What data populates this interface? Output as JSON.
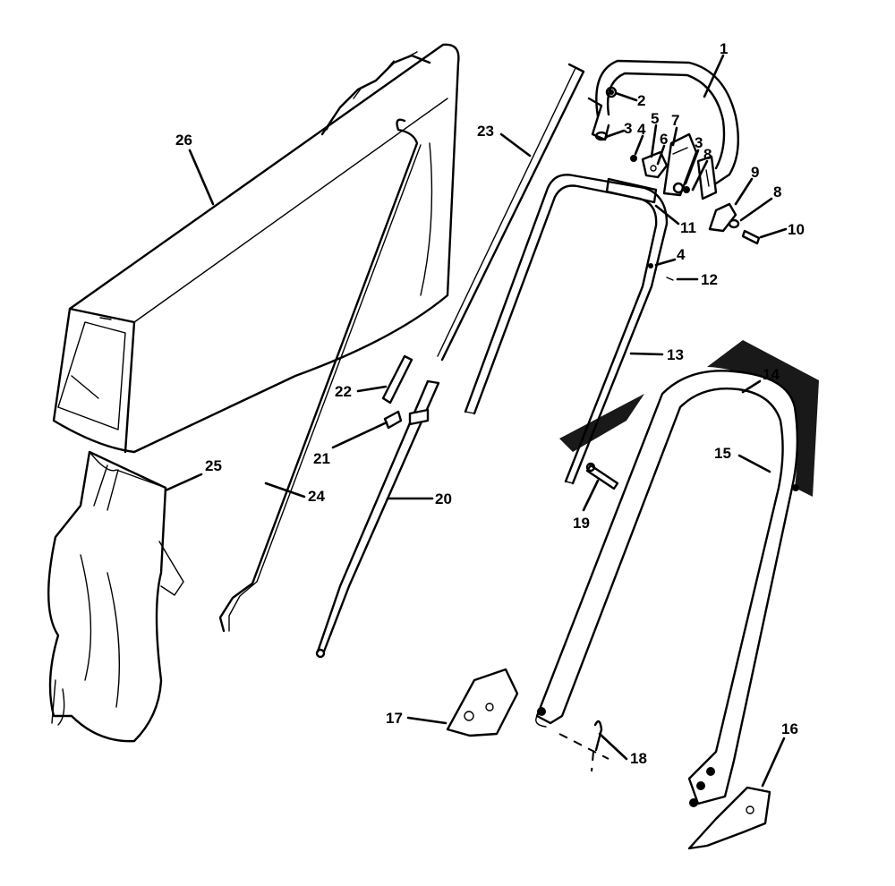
{
  "parts": [
    {
      "key": "p1",
      "number": "1"
    },
    {
      "key": "p2",
      "number": "2"
    },
    {
      "key": "p3a",
      "number": "3"
    },
    {
      "key": "p3b",
      "number": "3"
    },
    {
      "key": "p4a",
      "number": "4"
    },
    {
      "key": "p4b",
      "number": "4"
    },
    {
      "key": "p5",
      "number": "5"
    },
    {
      "key": "p6",
      "number": "6"
    },
    {
      "key": "p7",
      "number": "7"
    },
    {
      "key": "p8a",
      "number": "8"
    },
    {
      "key": "p8b",
      "number": "8"
    },
    {
      "key": "p9",
      "number": "9"
    },
    {
      "key": "p10",
      "number": "10"
    },
    {
      "key": "p11",
      "number": "11"
    },
    {
      "key": "p12",
      "number": "12"
    },
    {
      "key": "p13",
      "number": "13"
    },
    {
      "key": "p14",
      "number": "14"
    },
    {
      "key": "p15",
      "number": "15"
    },
    {
      "key": "p16",
      "number": "16"
    },
    {
      "key": "p17",
      "number": "17"
    },
    {
      "key": "p18",
      "number": "18"
    },
    {
      "key": "p19",
      "number": "19"
    },
    {
      "key": "p20",
      "number": "20"
    },
    {
      "key": "p21",
      "number": "21"
    },
    {
      "key": "p22",
      "number": "22"
    },
    {
      "key": "p23",
      "number": "23"
    },
    {
      "key": "p24",
      "number": "24"
    },
    {
      "key": "p25",
      "number": "25"
    },
    {
      "key": "p26",
      "number": "26"
    }
  ]
}
